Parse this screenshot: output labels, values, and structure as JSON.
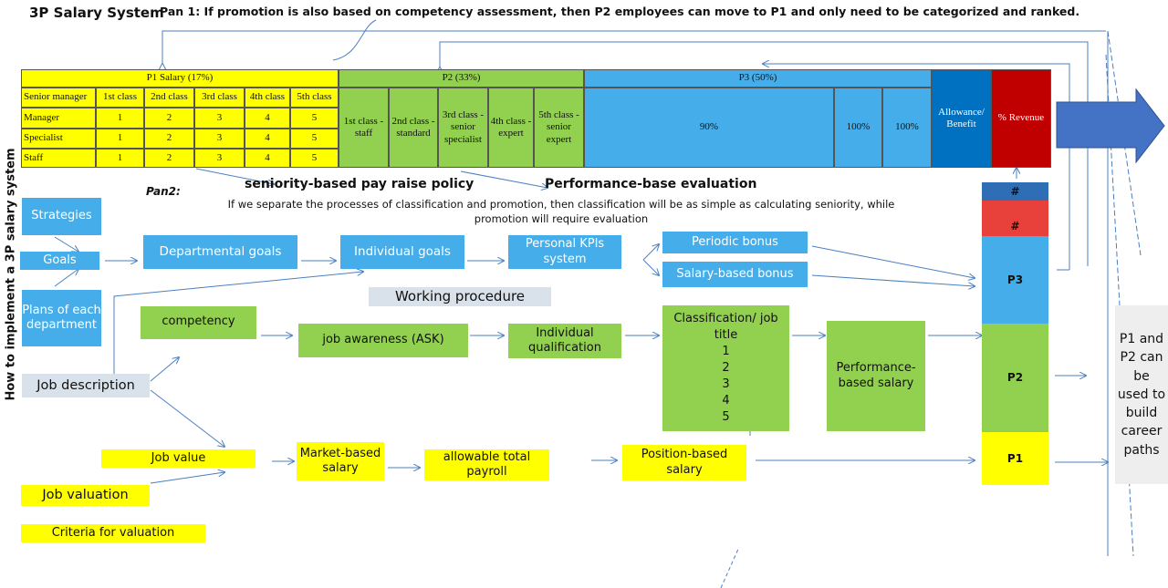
{
  "header": {
    "system_title": "3P Salary System",
    "pan1": "Pan 1: If promotion is also based on competency assessment, then P2 employees can move to P1 and only need to be categorized and ranked."
  },
  "side_label": "How to implement a 3P salary system",
  "table": {
    "p1_header": "P1 Salary (17%)",
    "p2_header": "P2 (33%)",
    "p3_header": "P3 (50%)",
    "allowance": "Allowance/ Benefit",
    "revenue": "% Revenue",
    "p1_cols": [
      "Senior manager",
      "1st class",
      "2nd class",
      "3rd class",
      "4th class",
      "5th class"
    ],
    "p1_rows": [
      {
        "label": "Manager",
        "values": [
          "1",
          "2",
          "3",
          "4",
          "5"
        ]
      },
      {
        "label": "Specialist",
        "values": [
          "1",
          "2",
          "3",
          "4",
          "5"
        ]
      },
      {
        "label": "Staff",
        "values": [
          "1",
          "2",
          "3",
          "4",
          "5"
        ]
      }
    ],
    "p2_cols": [
      "1st class - staff",
      "2nd class - standard",
      "3rd class - senior specialist",
      "4th class - expert",
      "5th class - senior expert"
    ],
    "p3_cols": [
      "90%",
      "100%",
      "100%"
    ]
  },
  "policies": {
    "seniority": "seniority-based pay raise policy",
    "performance": "Performance-base evaluation",
    "pan2": "Pan2:",
    "note": "If we separate the processes of classification and promotion, then classification will be as simple as calculating seniority, while promotion will require evaluation"
  },
  "flow": {
    "strategies": "Strategies",
    "goals": "Goals",
    "plans": "Plans of each department",
    "departmental_goals": "Departmental goals",
    "individual_goals": "Individual goals",
    "personal_kpis": "Personal KPIs system",
    "periodic_bonus": "Periodic bonus",
    "salary_bonus": "Salary-based bonus",
    "working_procedure": "Working procedure",
    "competency": "competency",
    "job_awareness": "job awareness (ASK)",
    "individual_qualification": "Individual qualification",
    "classification_title": "Classification/ job title",
    "classification_levels": [
      "1",
      "2",
      "3",
      "4",
      "5"
    ],
    "performance_salary": "Performance-based salary",
    "job_description": "Job description",
    "job_value": "Job value",
    "market_salary": "Market-based salary",
    "allowable_payroll": "allowable total payroll",
    "position_salary": "Position-based salary",
    "job_valuation": "Job valuation",
    "criteria": "Criteria for valuation"
  },
  "stack": {
    "hash1": "#",
    "hash2": "#",
    "p3": "P3",
    "p2": "P2",
    "p1": "P1"
  },
  "career_note": "P1 and P2 can be used to build career paths",
  "colors": {
    "yellow": "#ffff00",
    "green": "#92d050",
    "blue": "#45aeea",
    "dark_blue": "#0070c0",
    "red": "#c00000",
    "arrow": "#4a7fc1"
  }
}
